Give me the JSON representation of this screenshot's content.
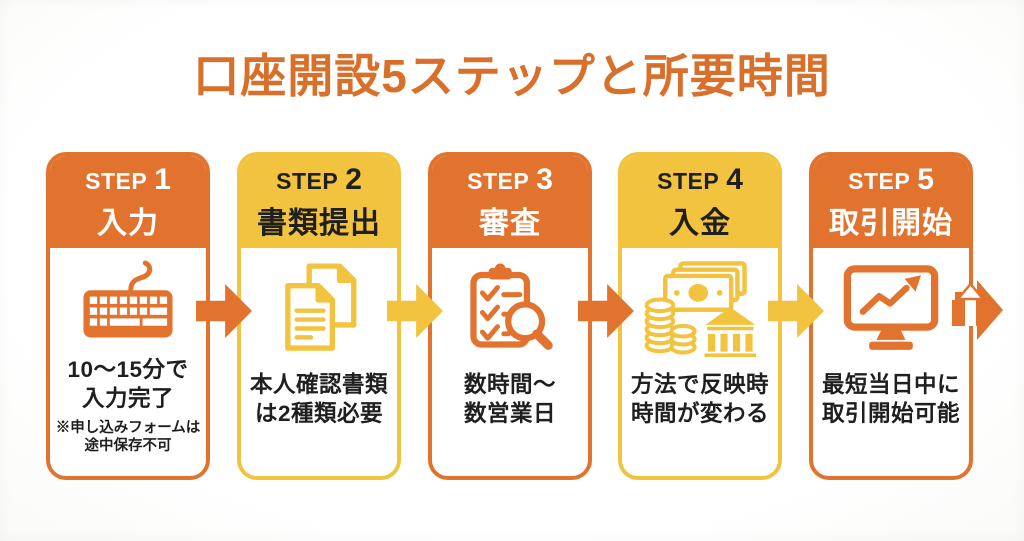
{
  "title": "口座開設5ステップと所要時間",
  "colors": {
    "orange": "#E2732E",
    "yellow": "#F2C33E",
    "ink": "#1F1F1F",
    "title": "#D8702C",
    "bg": "#FEFEFE"
  },
  "steps": [
    {
      "step_word": "STEP",
      "step_number": "1",
      "name": "入力",
      "theme": "orange",
      "icon": "keyboard-icon",
      "desc": [
        "10〜15分で",
        "入力完了"
      ],
      "note": [
        "※申し込みフォームは",
        "途中保存不可"
      ]
    },
    {
      "step_word": "STEP",
      "step_number": "2",
      "name": "書類提出",
      "theme": "yellow",
      "icon": "documents-icon",
      "desc": [
        "本人確認書類",
        "は2種類必要"
      ]
    },
    {
      "step_word": "STEP",
      "step_number": "3",
      "name": "審査",
      "theme": "orange",
      "icon": "clipboard-magnifier-icon",
      "desc": [
        "数時間〜",
        "数営業日"
      ]
    },
    {
      "step_word": "STEP",
      "step_number": "4",
      "name": "入金",
      "theme": "yellow",
      "icon": "coins-bank-icon",
      "desc": [
        "方法で反映時",
        "時間が変わる"
      ]
    },
    {
      "step_word": "STEP",
      "step_number": "5",
      "name": "取引開始",
      "theme": "orange",
      "icon": "monitor-chart-icon",
      "desc": [
        "最短当日中に",
        "取引開始可能"
      ]
    }
  ],
  "arrows": [
    {
      "theme": "orange"
    },
    {
      "theme": "yellow"
    },
    {
      "theme": "orange"
    },
    {
      "theme": "yellow"
    }
  ],
  "final_arrow": {
    "theme": "orange",
    "icon": "level-up-right-arrow-icon"
  }
}
